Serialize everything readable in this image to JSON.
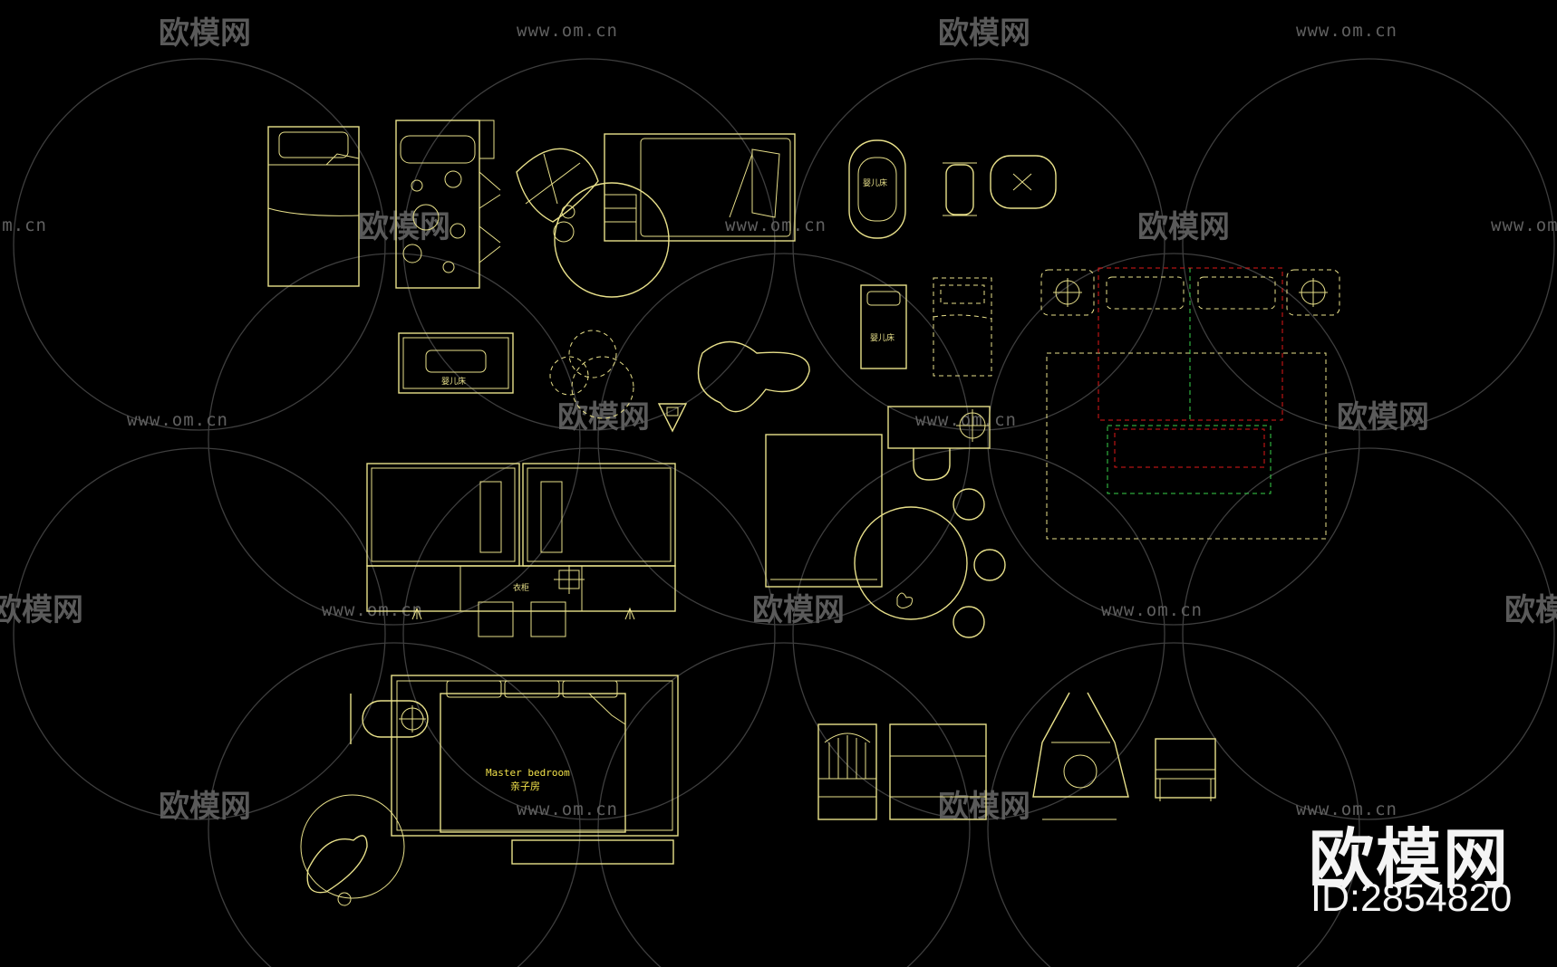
{
  "watermark": {
    "brand": "欧模网",
    "url": "www.om.cn"
  },
  "corner_logo": {
    "brand": "欧模网",
    "id_text": "ID:2854820"
  },
  "drawing_labels": {
    "master_bedroom_en": "Master bedroom",
    "master_bedroom_cn": "亲子房",
    "crib_1": "婴儿床",
    "crib_2": "婴儿床",
    "crib_3": "婴儿床",
    "cabinet_mark": "衣柜"
  },
  "colors": {
    "background": "#000000",
    "linework": "#e8e08a",
    "bed_highlight_red": "#e01818",
    "bed_highlight_green": "#38d24a",
    "watermark": "#5a5a5a"
  }
}
